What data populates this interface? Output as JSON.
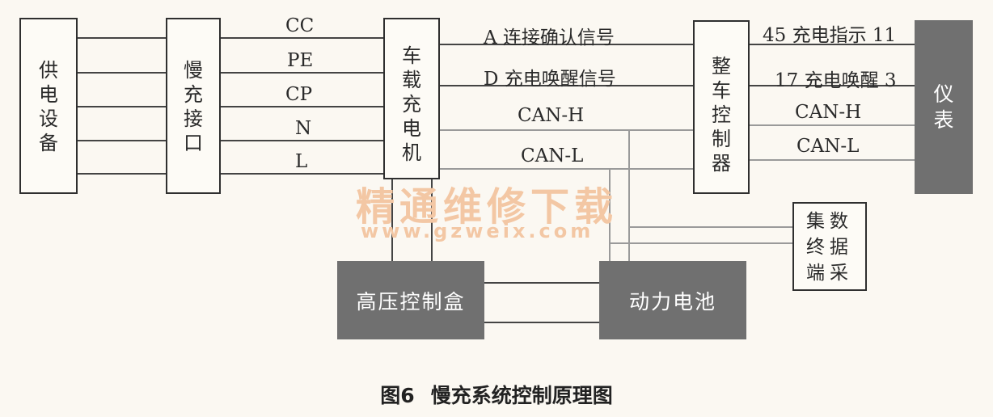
{
  "blocks": {
    "supply_equipment": "供电设备",
    "slow_charge_port": "慢充接口",
    "onboard_charger": "车载充电机",
    "vehicle_controller": "整车控制器",
    "instrument": "仪表",
    "data_terminal": [
      "集数",
      "终据",
      "端采"
    ],
    "hv_box": "高压控制盒",
    "battery": "动力电池"
  },
  "signals": {
    "port": [
      "CC",
      "PE",
      "CP",
      "N",
      "L"
    ],
    "charger_to_vcu": [
      "A 连接确认信号",
      "D 充电唤醒信号",
      "CAN-H",
      "CAN-L"
    ],
    "vcu_to_instrument": [
      "45 充电指示 11",
      "17 充电唤醒 3",
      "CAN-H",
      "CAN-L"
    ]
  },
  "watermark": {
    "title": "精通维修下载",
    "url": "www.gzweix.com"
  },
  "caption": {
    "figure": "图6",
    "title": "慢充系统控制原理图"
  }
}
